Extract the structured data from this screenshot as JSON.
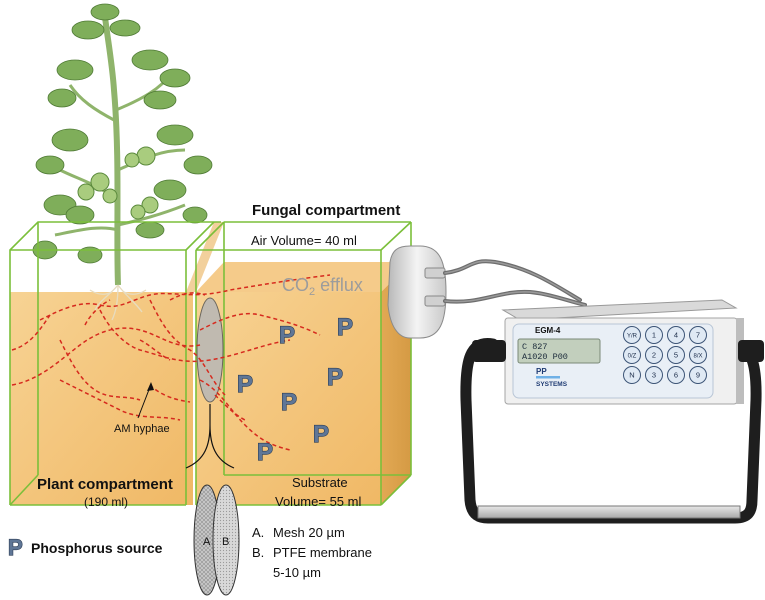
{
  "labels": {
    "fungal_compartment": "Fungal compartment",
    "air_volume": "Air Volume= 40 ml",
    "co2": "CO",
    "co2_sub": "2",
    "efflux": " efflux",
    "am_hyphae": "AM hyphae",
    "plant_compartment": "Plant compartment",
    "plant_volume": "(190 ml)",
    "substrate": "Substrate",
    "substrate_volume": "Volume= 55 ml",
    "p_symbol": "P",
    "phosphorus_source": "Phosphorus source",
    "membrane_a_label": "A",
    "membrane_b_label": "B",
    "legend_a_marker": "A.",
    "legend_a_text": "Mesh 20 µm",
    "legend_b_marker": "B.",
    "legend_b_text": "PTFE membrane",
    "legend_b_text2": "5-10 µm"
  },
  "device": {
    "model": "EGM-4",
    "display_line1": "C  827",
    "display_line2": "A1020 P00",
    "brand_line1": "PP",
    "brand_line2": "SYSTEMS",
    "keys": [
      "Y/R",
      "1",
      "4",
      "7",
      "0/Z",
      "2",
      "5",
      "8/X",
      "N",
      "3",
      "6",
      "9"
    ]
  },
  "colors": {
    "substrate_fill": "#f5c87a",
    "box_edge": "#7bbf3a",
    "hyphae": "#d62a1e",
    "plant": "#7fae5a",
    "p_marker": "#5f7696",
    "co2_text": "#999999"
  }
}
